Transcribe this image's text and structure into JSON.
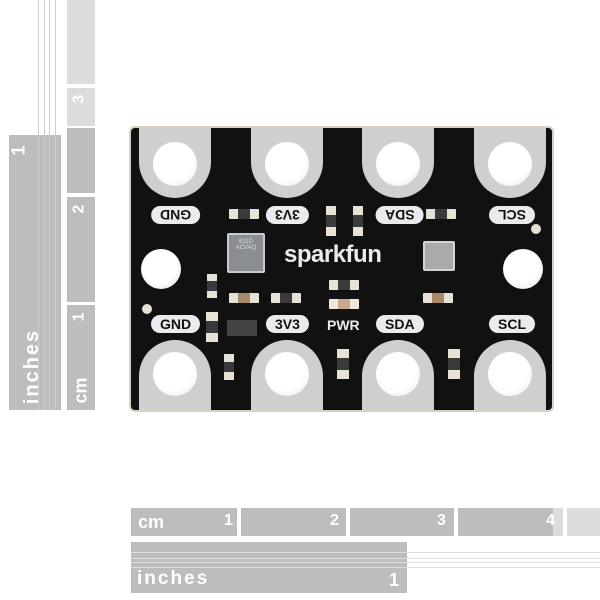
{
  "image": {
    "description": "SparkFun micro:bit-style breakout board product photo with scale rulers",
    "brand_text": "sparkfun",
    "board_color": "#111111",
    "pad_color": "#cfcfcf"
  },
  "board": {
    "top_labels": [
      "GND",
      "3V3",
      "SDA",
      "SCL"
    ],
    "bottom_labels": [
      "GND",
      "3V3",
      "SDA",
      "SCL"
    ],
    "pwr_label": "PWR",
    "logo": "sparkfun",
    "chip_marking": [
      "811D",
      "ACVAQ"
    ]
  },
  "rulers": {
    "vertical": {
      "inches_label": "inches",
      "inches_ticks": [
        "1"
      ],
      "cm_label": "cm",
      "cm_ticks": [
        "1",
        "2",
        "3"
      ]
    },
    "horizontal": {
      "cm_label": "cm",
      "cm_ticks": [
        "1",
        "2",
        "3",
        "4"
      ],
      "inches_label": "inches",
      "inches_ticks": [
        "1"
      ]
    }
  }
}
